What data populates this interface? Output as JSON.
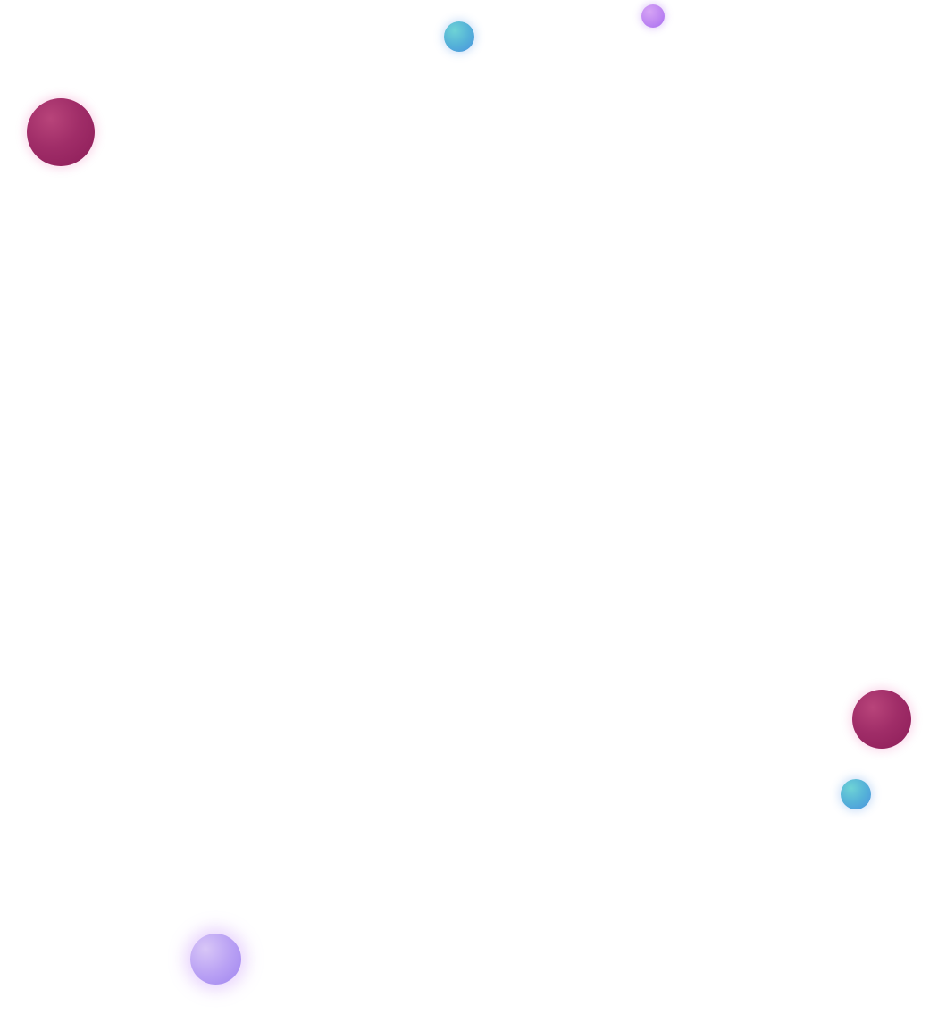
{
  "colors": {
    "background": "#ffffff",
    "magenta": "#a02d68",
    "teal": "#55b2d8",
    "violet": "#be86f2",
    "lavender": "#baa2f4"
  },
  "bubbles": [
    {
      "name": "magenta-bubble-large",
      "color": "magenta"
    },
    {
      "name": "teal-bubble-top",
      "color": "teal"
    },
    {
      "name": "violet-bubble-small",
      "color": "violet"
    },
    {
      "name": "magenta-bubble-right",
      "color": "magenta"
    },
    {
      "name": "teal-bubble-right",
      "color": "teal"
    },
    {
      "name": "lavender-bubble-bottom",
      "color": "lavender"
    }
  ]
}
